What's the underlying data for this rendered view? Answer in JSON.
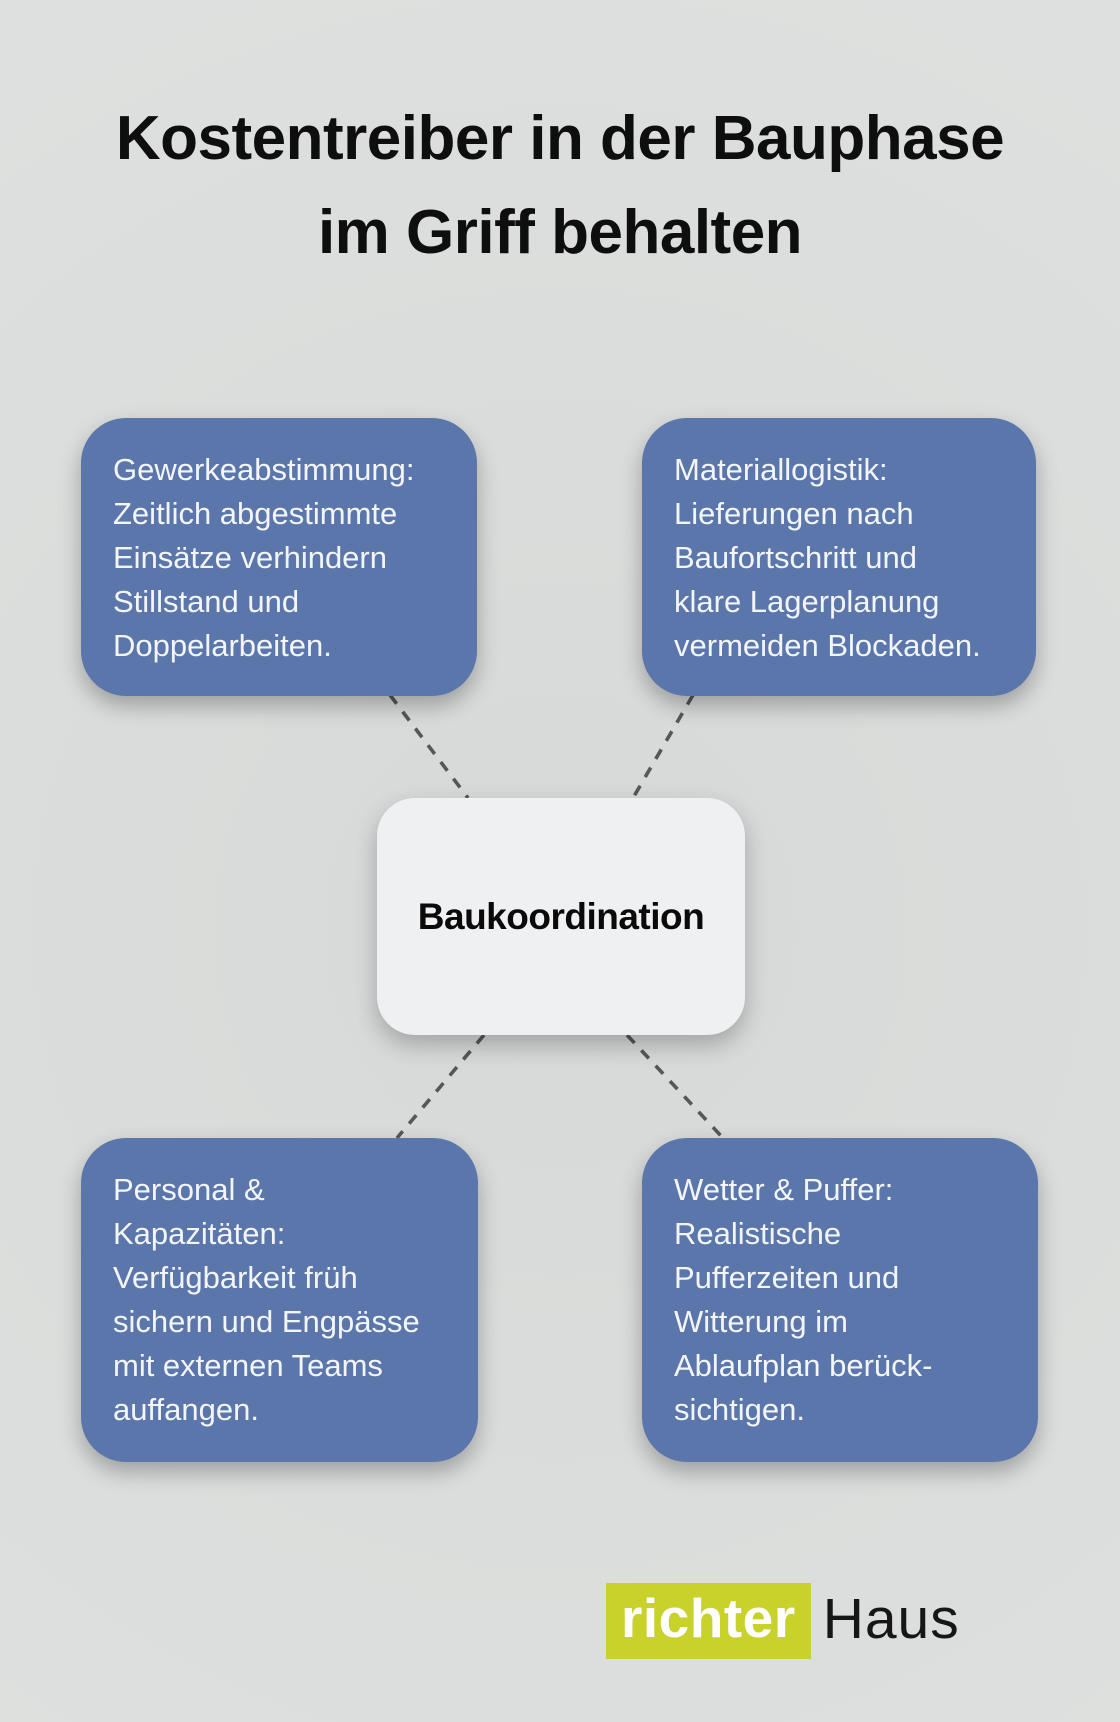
{
  "title": {
    "line1": "Kostentreiber in der Bauphase",
    "line2": "im Griff behalten"
  },
  "center_node": {
    "label": "Baukoordination"
  },
  "nodes": {
    "top_left": {
      "topic": "Gewerkeabstimmung",
      "text": "Gewerkeabstimmung: Zeitlich abgestimmte Einsätze verhindern Stillstand und Doppelarbeiten.",
      "lines": [
        "Gewerkeabstimmung:",
        "Zeitlich abgestimmte",
        "Einsätze verhindern",
        "Stillstand und",
        "Doppelarbeiten."
      ]
    },
    "top_right": {
      "topic": "Materiallogistik",
      "text": "Materiallogistik: Lieferungen nach Baufortschritt und klare Lagerplanung vermeiden Blockaden.",
      "lines": [
        "Materiallogistik:",
        "Lieferungen nach",
        "Baufortschritt und",
        "klare Lagerplanung",
        "vermeiden Blockaden."
      ]
    },
    "bottom_left": {
      "topic": "Personal & Kapazitäten",
      "text": "Personal & Kapazitäten: Verfügbarkeit früh sichern und Engpässe mit externen Teams auffangen.",
      "lines": [
        "Personal &",
        "Kapazitäten:",
        "Verfügbarkeit früh",
        "sichern und Engpässe",
        "mit externen Teams",
        "auffangen."
      ]
    },
    "bottom_right": {
      "topic": "Wetter & Puffer",
      "text": "Wetter & Puffer: Realistische Pufferzeiten und Witterung im Ablaufplan berücksichtigen.",
      "lines": [
        "Wetter & Puffer:",
        "Realistische",
        "Pufferzeiten und",
        "Witterung im",
        "Ablaufplan berück-",
        "sichtigen."
      ]
    }
  },
  "logo": {
    "brand": "richter",
    "suffix": "Haus"
  },
  "colors": {
    "background": "#dee0df",
    "node_fill": "#5b76ab",
    "node_text": "#f3f5f9",
    "center_fill": "#eff0f2",
    "center_text": "#0a0a0b",
    "connector": "#55575a",
    "title_text": "#0e0e0f",
    "logo_green": "#c9d22b",
    "logo_text_badge": "#ffffff",
    "logo_text_suffix": "#161616"
  }
}
